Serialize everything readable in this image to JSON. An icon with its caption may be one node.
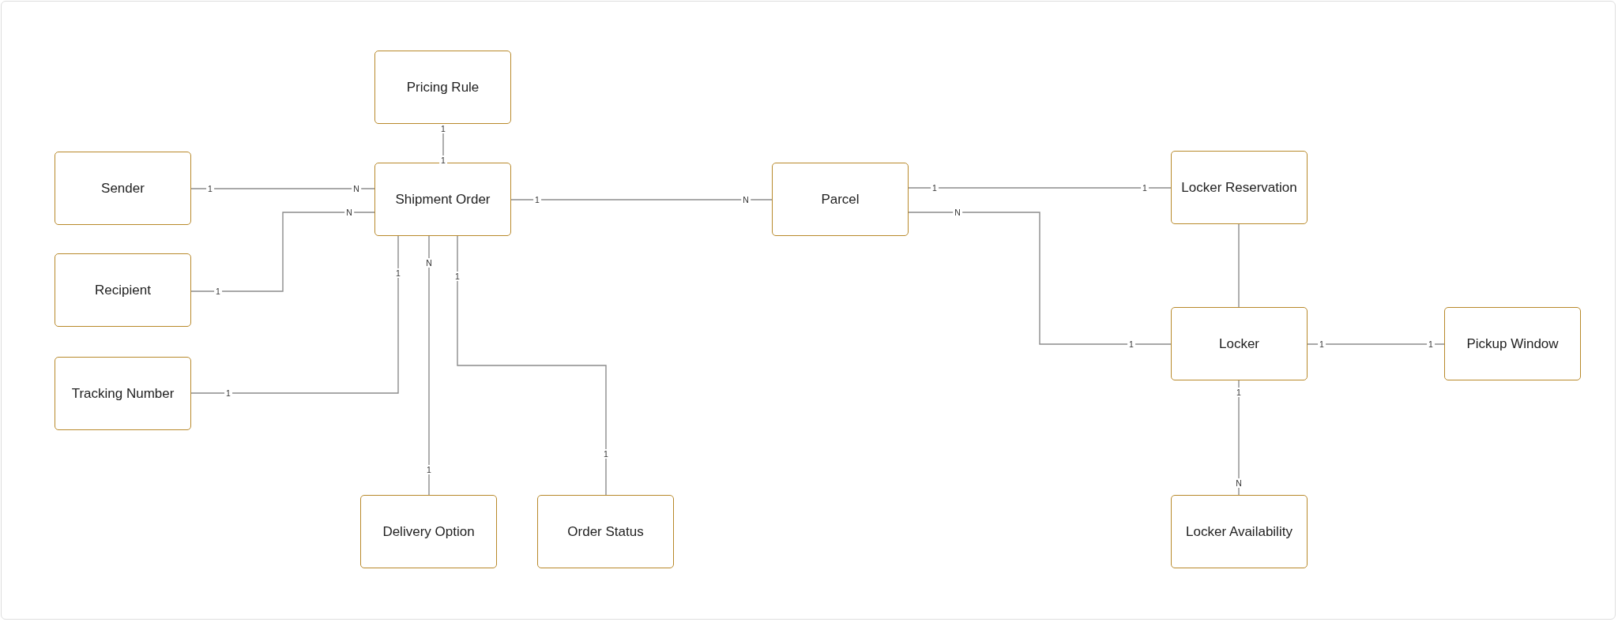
{
  "diagram": {
    "nodes": [
      {
        "text": [
          "Pricing Rule"
        ]
      },
      {
        "text": [
          "Sender"
        ]
      },
      {
        "text": [
          "Shipment Order"
        ]
      },
      {
        "text": [
          "Parcel"
        ]
      },
      {
        "text": [
          "Locker Reservation"
        ]
      },
      {
        "text": [
          "Recipient"
        ]
      },
      {
        "text": [
          "Locker"
        ]
      },
      {
        "text": [
          "Pickup Window"
        ]
      },
      {
        "text": [
          "Tracking Number"
        ]
      },
      {
        "text": [
          "Delivery Option"
        ]
      },
      {
        "text": [
          "Order Status"
        ]
      },
      {
        "text": [
          "Locker Availability"
        ]
      }
    ],
    "edges": [
      {
        "from": 0,
        "to": 2,
        "arrow": "none"
      },
      {
        "from": 1,
        "to": 2,
        "arrow": "none"
      },
      {
        "from": 5,
        "to": 2,
        "arrow": "none"
      },
      {
        "from": 8,
        "to": 2,
        "arrow": "none"
      },
      {
        "from": 2,
        "to": 9,
        "arrow": "none"
      },
      {
        "from": 2,
        "to": 10,
        "arrow": "none"
      },
      {
        "from": 2,
        "to": 3,
        "arrow": "none"
      },
      {
        "from": 3,
        "to": 4,
        "arrow": "none"
      },
      {
        "from": 3,
        "to": 6,
        "arrow": "none"
      },
      {
        "from": 4,
        "to": 6,
        "arrow": "none"
      },
      {
        "from": 6,
        "to": 7,
        "arrow": "none"
      },
      {
        "from": 6,
        "to": 11,
        "arrow": "none"
      }
    ],
    "labels": [
      "1",
      "1",
      "1",
      "N",
      "1",
      "N",
      "1",
      "1",
      "N",
      "1",
      "1",
      "1",
      "1",
      "N",
      "1",
      "1",
      "N",
      "1",
      "1",
      "1",
      "1",
      "N"
    ]
  }
}
